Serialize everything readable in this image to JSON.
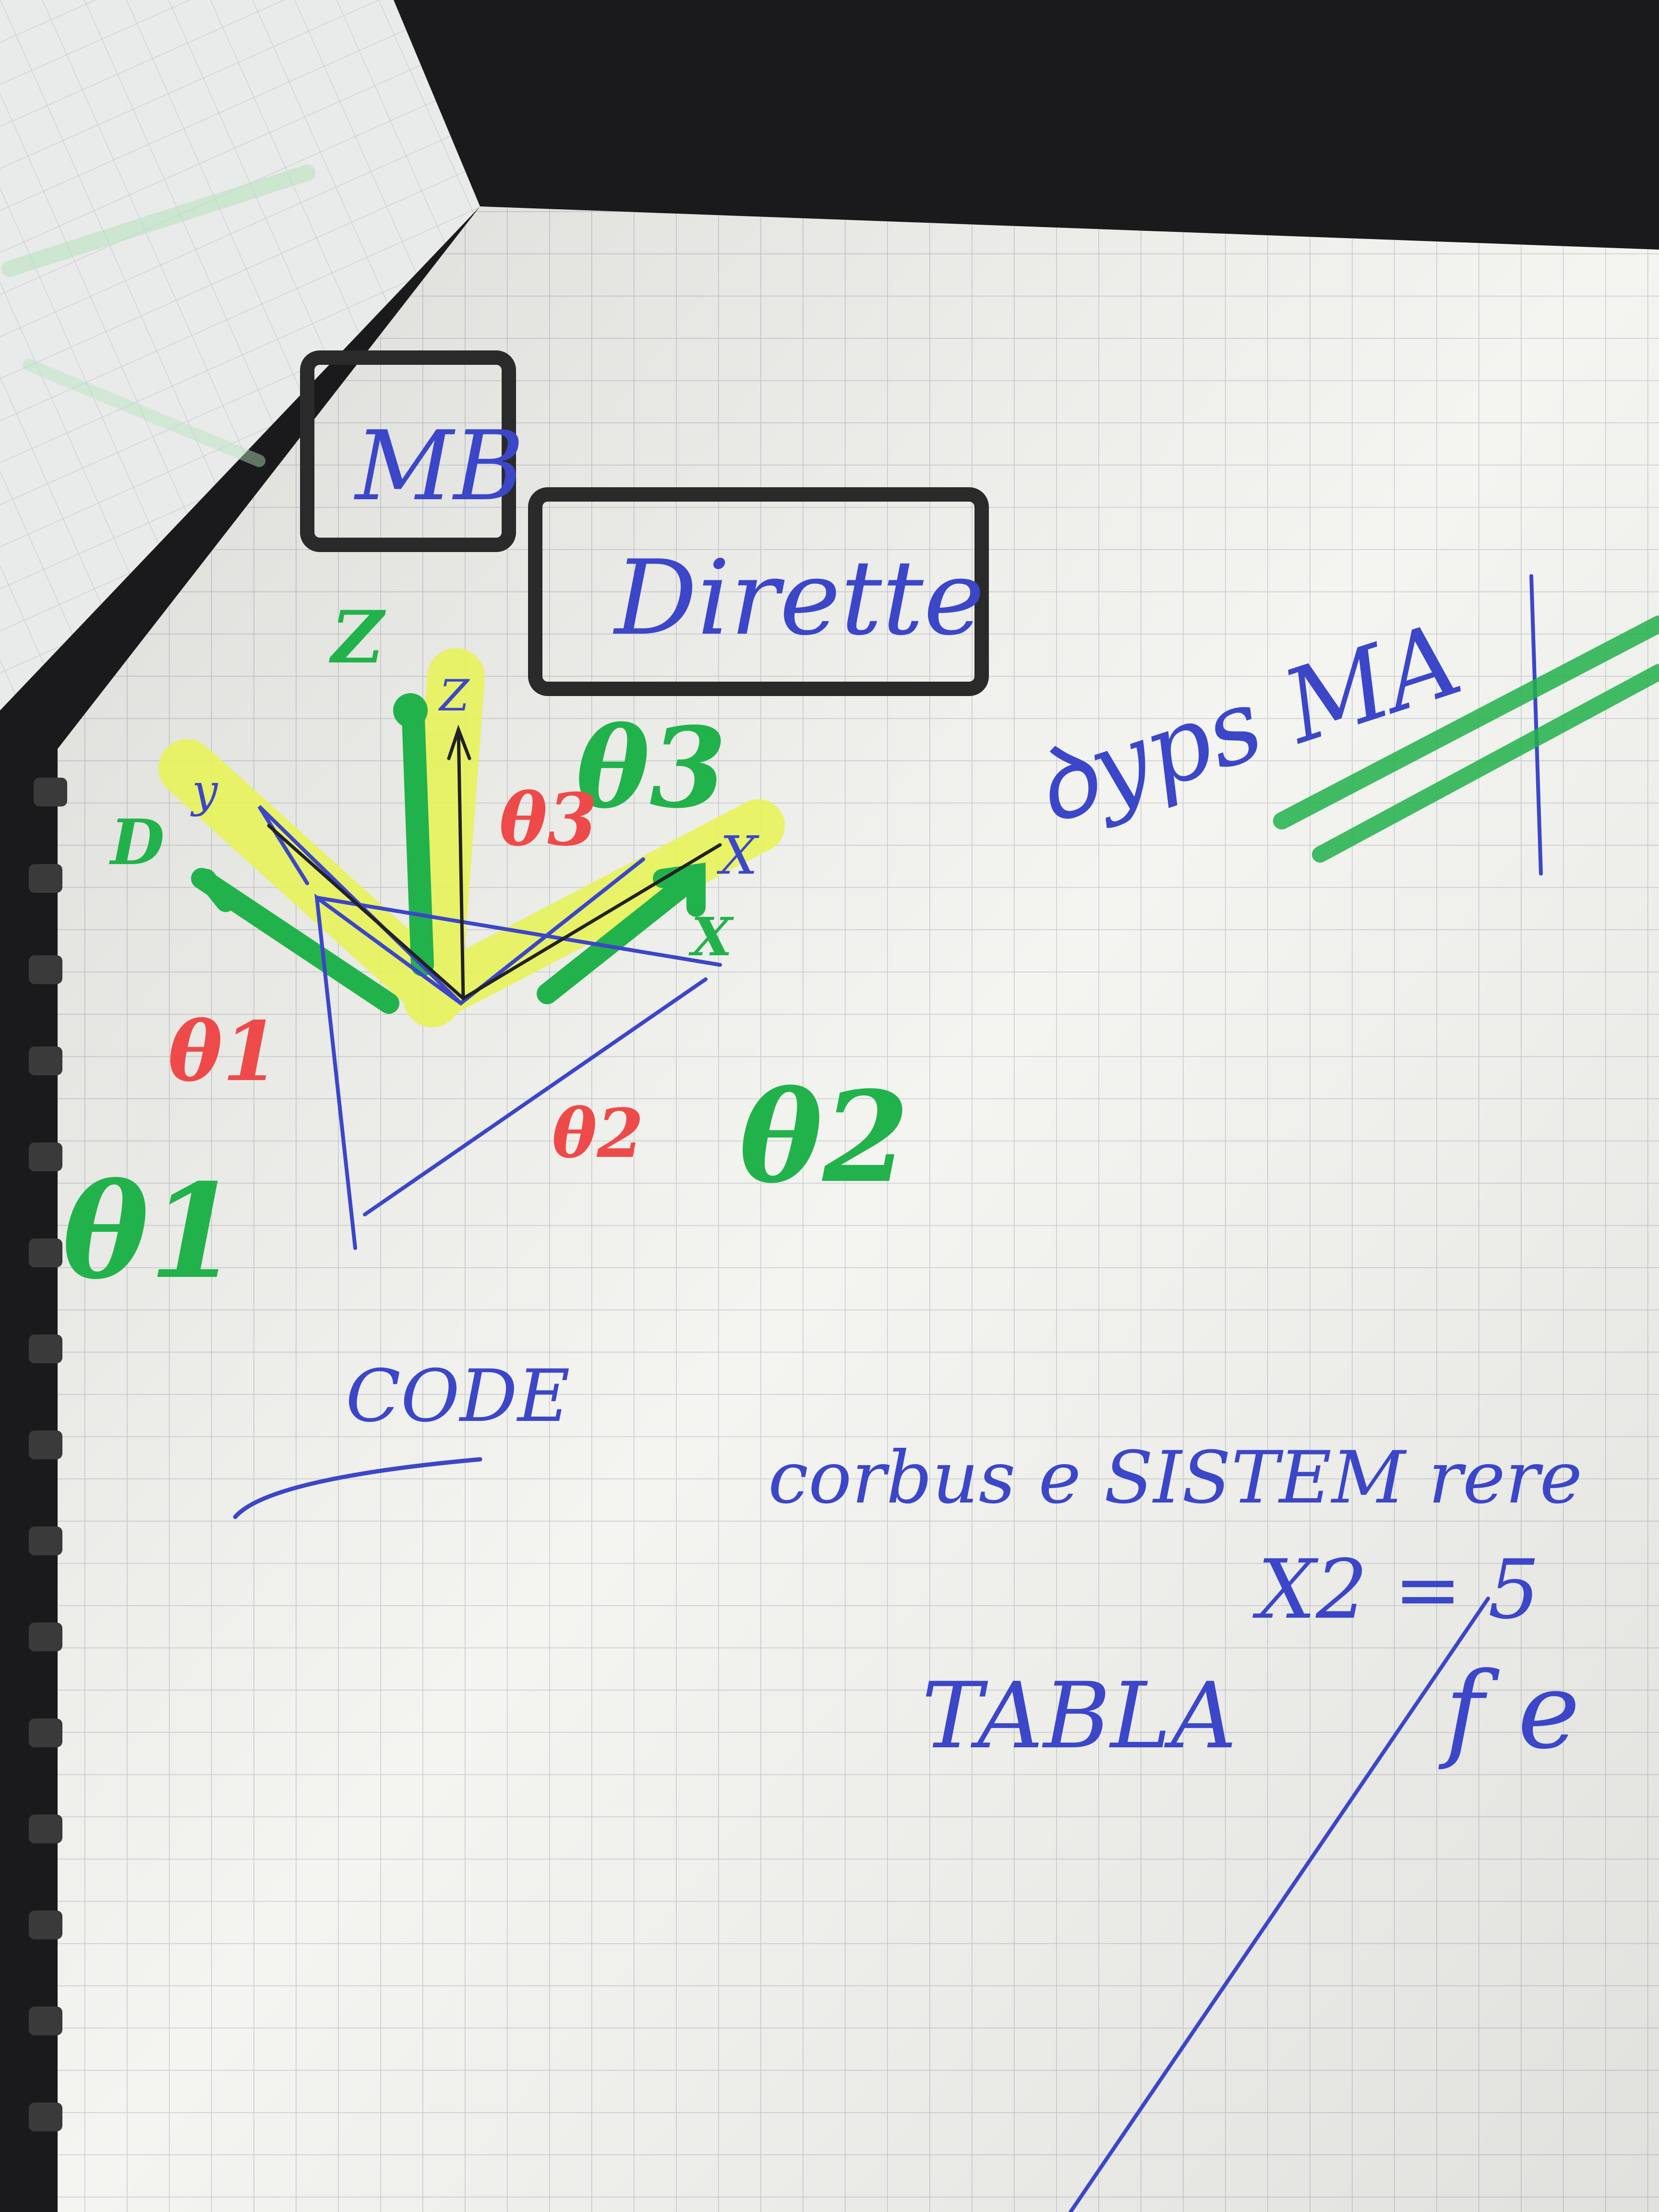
{
  "photo": {
    "subject": "notebook page with hand-drawn coordinate axes",
    "colors": {
      "desk": "#1a1a1c",
      "paper": "#f4f4f0",
      "grid": "#c9ccd0",
      "blue_ink": "#3c46c8",
      "black_marker": "#2a2a2a",
      "green_marker": "#22b24c",
      "red_marker": "#ee4a4a",
      "yellow_highlighter": "#e7f35a"
    }
  },
  "boxes": {
    "mb": "MB",
    "direct": "Dirette"
  },
  "axes": {
    "green_z": "Z",
    "green_y": "D",
    "blue_z": "Z",
    "blue_y": "y",
    "blue_x": "X",
    "green_x": "X"
  },
  "angles": {
    "green_theta1": "θ1",
    "green_theta2": "θ2",
    "green_theta3": "θ3",
    "red_theta1": "θ1",
    "red_theta2": "θ2",
    "red_theta3": "θ3"
  },
  "notes": {
    "right_top": "ꝺyps MA",
    "bottom_left": "CODE",
    "sentence": "corbus e SISTEM rere",
    "formula": "X2 = 5",
    "table": "TABLA",
    "trailing": "f e"
  }
}
